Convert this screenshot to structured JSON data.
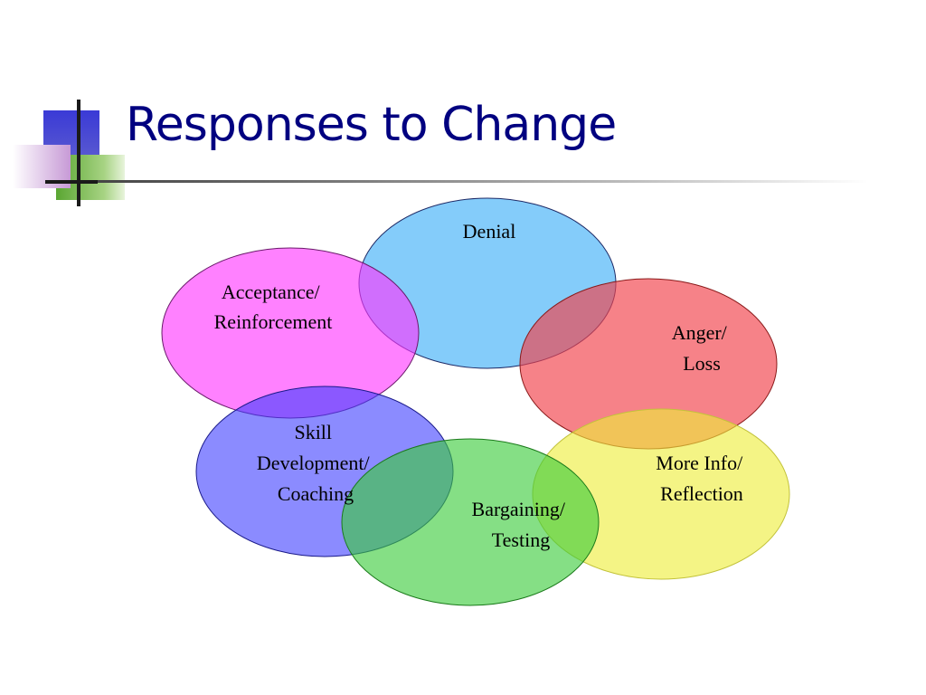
{
  "slide": {
    "title": "Responses to Change"
  },
  "stages": [
    {
      "id": "denial",
      "lines": [
        "Denial"
      ],
      "color": "#55b8f8"
    },
    {
      "id": "acceptance",
      "lines": [
        "Acceptance/",
        "Reinforcement"
      ],
      "color": "#ff33ff"
    },
    {
      "id": "anger",
      "lines": [
        "Anger/",
        "Loss"
      ],
      "color": "#f2414a"
    },
    {
      "id": "skill",
      "lines": [
        "Skill",
        "Development/",
        "Coaching"
      ],
      "color": "#3d3dff"
    },
    {
      "id": "more-info",
      "lines": [
        "More Info/",
        "Reflection"
      ],
      "color": "#eeee3a"
    },
    {
      "id": "bargaining",
      "lines": [
        "Bargaining/",
        "Testing"
      ],
      "color": "#3acc3a"
    }
  ]
}
